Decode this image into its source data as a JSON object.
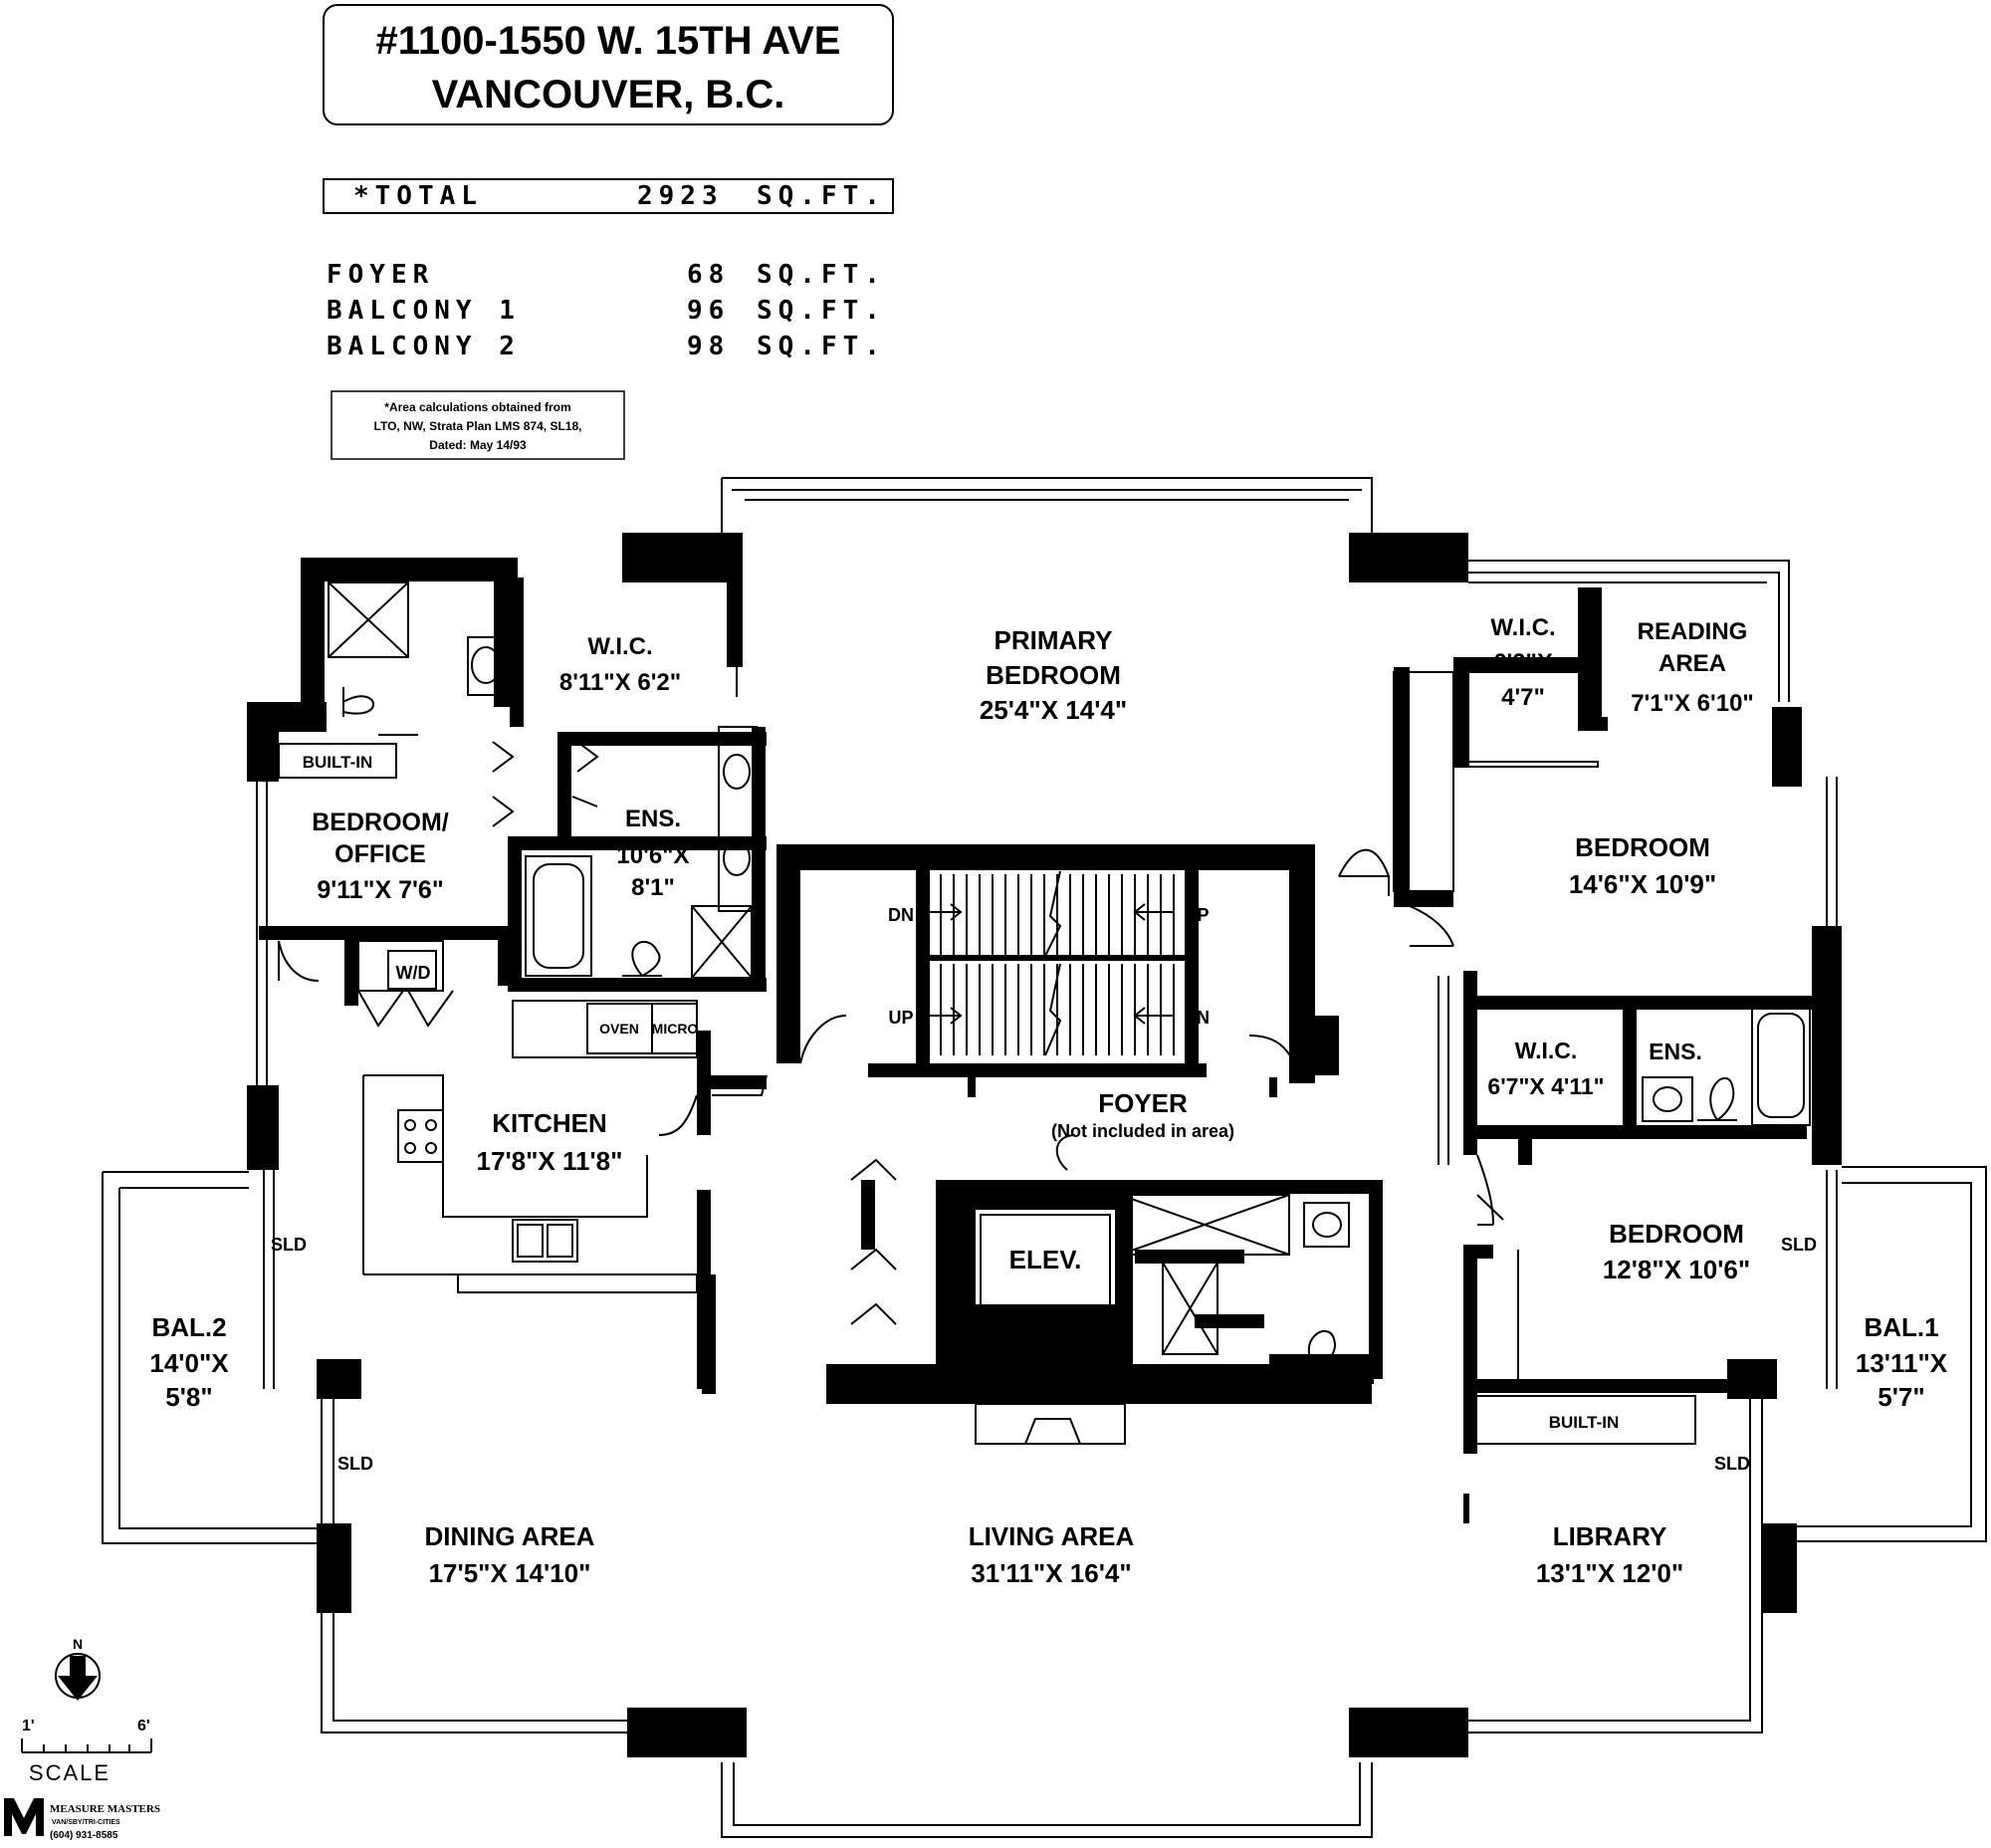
{
  "title": {
    "line1": "#1100-1550 W. 15TH AVE",
    "line2": "VANCOUVER, B.C."
  },
  "areas": {
    "total": {
      "label": "*TOTAL",
      "value": "2923",
      "unit": "SQ.FT."
    },
    "rows": [
      {
        "label": "FOYER",
        "value": "68",
        "unit": "SQ.FT."
      },
      {
        "label": "BALCONY 1",
        "value": "96",
        "unit": "SQ.FT."
      },
      {
        "label": "BALCONY 2",
        "value": "98",
        "unit": "SQ.FT."
      }
    ]
  },
  "note": {
    "line1": "*Area calculations obtained from",
    "line2": "LTO, NW, Strata Plan LMS 874, SL18,",
    "line3": "Dated: May 14/93"
  },
  "rooms": {
    "wic1": {
      "name": "W.I.C.",
      "dims": "8'11\"X 6'2\""
    },
    "primary": {
      "name1": "PRIMARY",
      "name2": "BEDROOM",
      "dims": "25'4\"X 14'4\""
    },
    "wic2": {
      "name": "W.I.C.",
      "dims1": "6'2\"X",
      "dims2": "4'7\""
    },
    "reading": {
      "name1": "READING",
      "name2": "AREA",
      "dims": "7'1\"X 6'10\""
    },
    "office": {
      "name1": "BEDROOM/",
      "name2": "OFFICE",
      "dims": "9'11\"X 7'6\""
    },
    "ens1": {
      "name": "ENS.",
      "dims1": "10'6\"X",
      "dims2": "8'1\""
    },
    "bedroom1": {
      "name": "BEDROOM",
      "dims": "14'6\"X 10'9\""
    },
    "wic3": {
      "name": "W.I.C.",
      "dims": "6'7\"X 4'11\""
    },
    "ens2": {
      "name": "ENS."
    },
    "kitchen": {
      "name": "KITCHEN",
      "dims": "17'8\"X 11'8\""
    },
    "foyer": {
      "name": "FOYER",
      "sub": "(Not included in area)"
    },
    "elev": {
      "name": "ELEV."
    },
    "bedroom2": {
      "name": "BEDROOM",
      "dims": "12'8\"X 10'6\""
    },
    "bal2": {
      "name": "BAL.2",
      "dims1": "14'0\"X",
      "dims2": "5'8\""
    },
    "bal1": {
      "name": "BAL.1",
      "dims1": "13'11\"X",
      "dims2": "5'7\""
    },
    "dining": {
      "name": "DINING AREA",
      "dims": "17'5\"X 14'10\""
    },
    "living": {
      "name": "LIVING AREA",
      "dims": "31'11\"X 16'4\""
    },
    "library": {
      "name": "LIBRARY",
      "dims": "13'1\"X 12'0\""
    }
  },
  "labels": {
    "builtin": "BUILT-IN",
    "wd": "W/D",
    "oven": "OVEN",
    "micro": "MICRO",
    "dn": "DN",
    "up": "UP",
    "sld": "SLD"
  },
  "scale": {
    "label": "SCALE",
    "left": "1'",
    "right": "6'",
    "north": "N"
  },
  "logo": {
    "brand": "MEASURE MASTERS",
    "sub": "VAN/SBY/TRI-CITIES",
    "phone": "(604) 931-8585"
  }
}
